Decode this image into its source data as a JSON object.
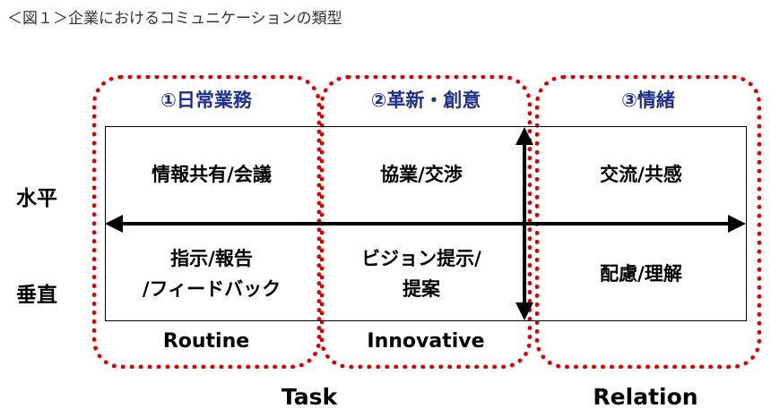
{
  "caption": "＜図１＞企業におけるコミュニケーションの類型",
  "columns": [
    {
      "title": "①日常業務",
      "sub_label": "Routine"
    },
    {
      "title": "②革新・創意",
      "sub_label": "Innovative"
    },
    {
      "title": "③情緒",
      "sub_label": ""
    }
  ],
  "rows": [
    {
      "label": "水平"
    },
    {
      "label": "垂直"
    }
  ],
  "cells": {
    "r0c0": "情報共有/会議",
    "r0c1": "協業/交渉",
    "r0c2": "交流/共感",
    "r1c0_line1": "指示/報告",
    "r1c0_line2": "/フィードバック",
    "r1c1_line1": "ビジョン提示/",
    "r1c1_line2": "提案",
    "r1c2": "配慮/理解"
  },
  "groups": {
    "task": "Task",
    "relation": "Relation"
  },
  "colors": {
    "frame": "#e00000",
    "title": "#1f2f8c",
    "line": "#000000"
  }
}
